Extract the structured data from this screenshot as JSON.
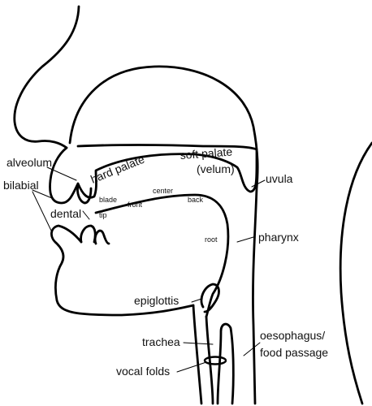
{
  "labels": {
    "alveolum": "alveolum",
    "hard_palate": "hard palate",
    "soft_palate": "soft palate",
    "velum": "(velum)",
    "uvula": "uvula",
    "bilabial": "bilabial",
    "dental": "dental",
    "blade": "blade",
    "tip": "tip",
    "front": "front",
    "center": "center",
    "back": "back",
    "root": "root",
    "pharynx": "pharynx",
    "epiglottis": "epiglottis",
    "trachea": "trachea",
    "vocal_folds": "vocal folds",
    "oesophagus": "oesophagus/",
    "food_passage": "food passage"
  }
}
